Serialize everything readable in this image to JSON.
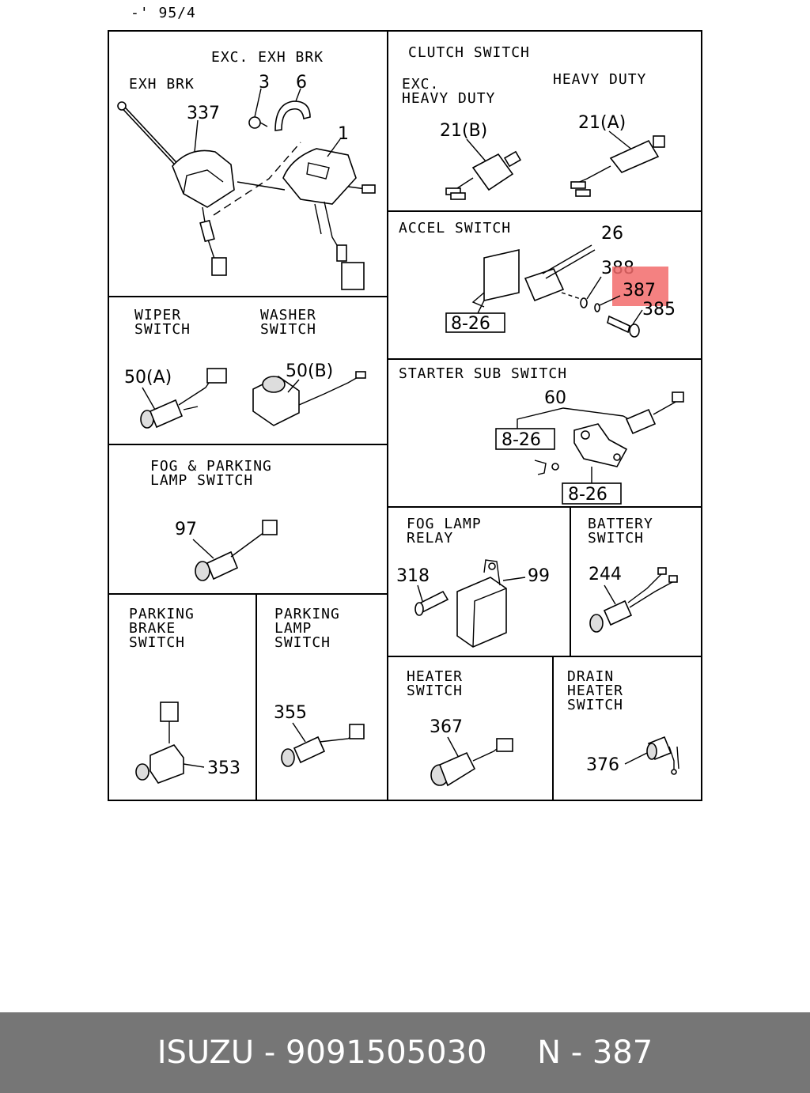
{
  "header": {
    "code": "-' 95/4"
  },
  "highlight_color": "#f26b6b",
  "sections": {
    "exh": {
      "label_exc": "EXC. EXH BRK",
      "label_exh": "EXH BRK",
      "parts": {
        "p337": "337",
        "p3": "3",
        "p6": "6",
        "p1": "1"
      }
    },
    "clutch": {
      "title": "CLUTCH SWITCH",
      "exc_line1": "EXC.",
      "exc_line2": "HEAVY DUTY",
      "heavy": "HEAVY DUTY",
      "parts": {
        "p21b": "21(B)",
        "p21a": "21(A)"
      }
    },
    "wiper_washer": {
      "wiper_line1": "WIPER",
      "wiper_line2": "SWITCH",
      "washer_line1": "WASHER",
      "washer_line2": "SWITCH",
      "parts": {
        "p50a": "50(A)",
        "p50b": "50(B)"
      }
    },
    "accel": {
      "title": "ACCEL SWITCH",
      "ref": "8-26",
      "parts": {
        "p26": "26",
        "p388": "388",
        "p387": "387",
        "p385": "385"
      }
    },
    "starter": {
      "title": "STARTER SUB SWITCH",
      "ref1": "8-26",
      "ref2": "8-26",
      "parts": {
        "p60": "60"
      }
    },
    "fog_parking": {
      "line1": "FOG & PARKING",
      "line2": "LAMP SWITCH",
      "parts": {
        "p97": "97"
      }
    },
    "fog_relay": {
      "line1": "FOG LAMP",
      "line2": "RELAY",
      "parts": {
        "p318": "318",
        "p99": "99"
      }
    },
    "battery": {
      "line1": "BATTERY",
      "line2": "SWITCH",
      "parts": {
        "p244": "244"
      }
    },
    "parking_brake": {
      "line1": "PARKING",
      "line2": "BRAKE",
      "line3": "SWITCH",
      "parts": {
        "p353": "353"
      }
    },
    "parking_lamp": {
      "line1": "PARKING",
      "line2": "LAMP",
      "line3": "SWITCH",
      "parts": {
        "p355": "355"
      }
    },
    "heater": {
      "line1": "HEATER",
      "line2": "SWITCH",
      "parts": {
        "p367": "367"
      }
    },
    "drain": {
      "line1": "DRAIN",
      "line2": "HEATER",
      "line3": "SWITCH",
      "parts": {
        "p376": "376"
      }
    }
  },
  "footer": {
    "brand": "ISUZU",
    "part_number": "9091505030",
    "ref": "N - 387",
    "text": "ISUZU - 9091505030     N - 387"
  }
}
